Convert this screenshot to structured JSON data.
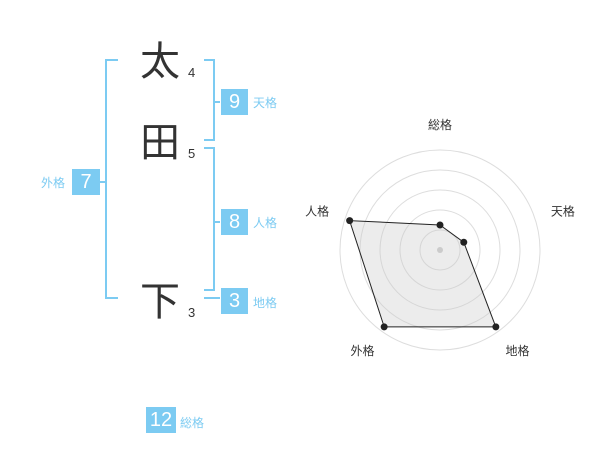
{
  "name": {
    "characters": [
      {
        "kanji": "太",
        "strokes": "4"
      },
      {
        "kanji": "田",
        "strokes": "5"
      },
      {
        "kanji": "下",
        "strokes": "3"
      }
    ]
  },
  "fortunes": {
    "tenkaku": {
      "label": "天格",
      "value": "9"
    },
    "jinkaku": {
      "label": "人格",
      "value": "8"
    },
    "chikaku": {
      "label": "地格",
      "value": "3"
    },
    "gaikaku": {
      "label": "外格",
      "value": "7"
    },
    "soukaku": {
      "label": "総格",
      "value": "12"
    }
  },
  "colors": {
    "accent": "#7ccbf2",
    "text": "#333333",
    "grid": "#dddddd",
    "fill": "#eeeeee"
  },
  "chart_data": {
    "type": "radar",
    "axes": [
      "総格",
      "天格",
      "地格",
      "外格",
      "人格"
    ],
    "values": [
      0.25,
      0.25,
      0.95,
      0.95,
      0.95
    ],
    "rings": 5,
    "max": 1
  }
}
